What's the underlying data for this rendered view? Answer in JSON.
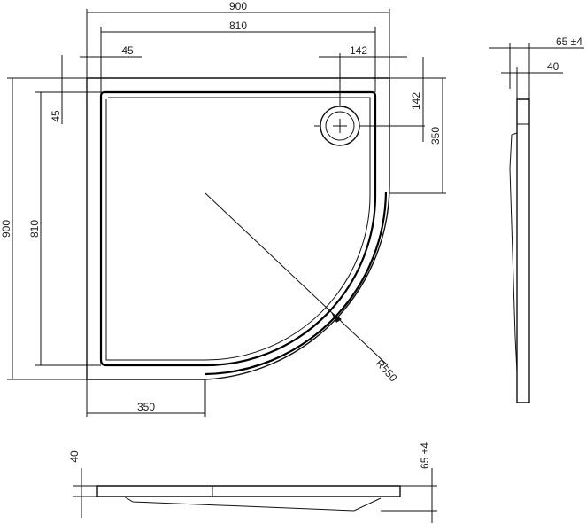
{
  "drawing": {
    "dimensions": {
      "overall_width": "900",
      "inner_width": "810",
      "left_offset": "45",
      "drain_offset_x": "142",
      "top_offset": "45",
      "drain_offset_y": "142",
      "drain_to_edge": "350",
      "overall_depth": "900",
      "inner_depth": "810",
      "bottom_straight": "350",
      "radius": "R550",
      "total_height_side": "65 ±4",
      "tray_height_side": "40",
      "tray_height_front": "40",
      "total_height_front": "65 ±4"
    }
  }
}
